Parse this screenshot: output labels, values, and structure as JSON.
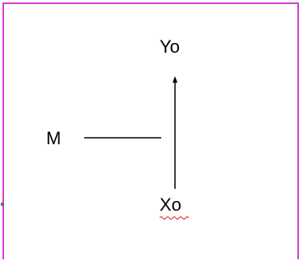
{
  "diagram": {
    "labels": {
      "top": "Yo",
      "left": "M",
      "bottom": "Xo"
    }
  },
  "colors": {
    "frame": "#d23ed2",
    "stroke": "#000000",
    "spellcheck_underline": "#e23b3b"
  }
}
